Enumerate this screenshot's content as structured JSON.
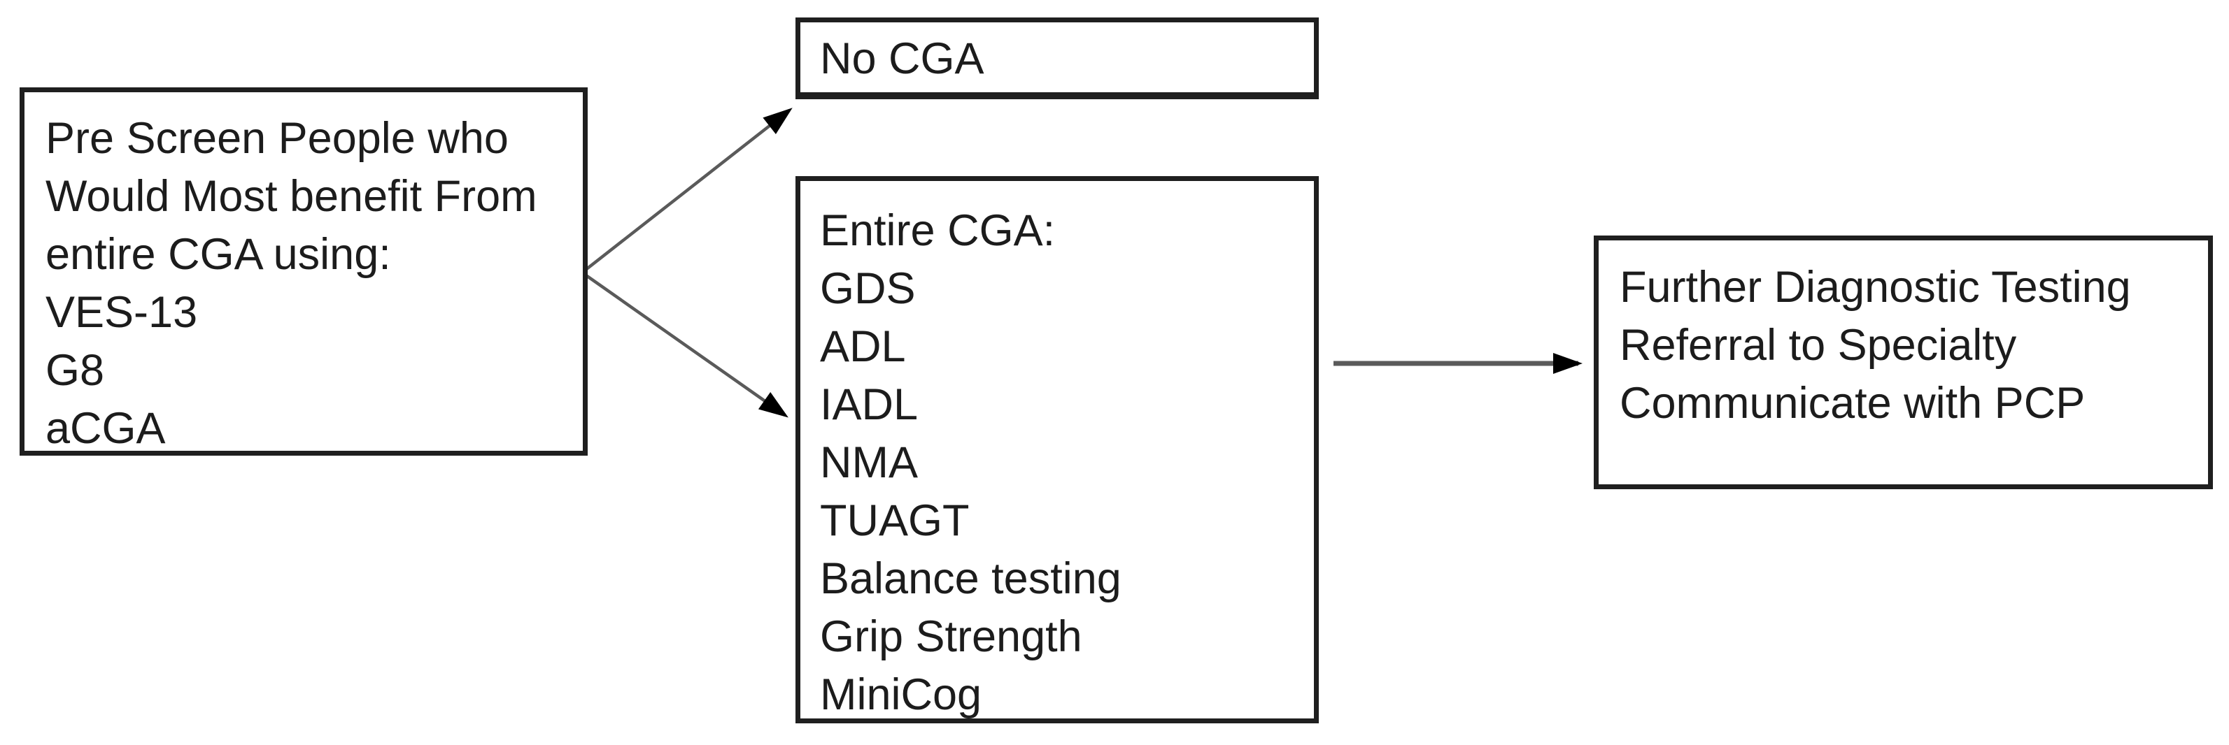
{
  "colors": {
    "background": "#ffffff",
    "box_border": "#1f1f1f",
    "text": "#1c1c1c",
    "arrow_shaft": "#5a5a5a",
    "arrowhead": "#000000"
  },
  "boxes": {
    "prescreen": {
      "lines": [
        "Pre Screen People who",
        "Would Most benefit From",
        "entire CGA using:",
        "VES-13",
        "G8",
        "aCGA"
      ]
    },
    "no_cga": {
      "lines": [
        "No CGA"
      ]
    },
    "entire_cga": {
      "lines": [
        "Entire CGA:",
        "GDS",
        "ADL",
        "IADL",
        "NMA",
        "TUAGT",
        "Balance testing",
        "Grip Strength",
        "MiniCog"
      ]
    },
    "outcome": {
      "lines": [
        "Further Diagnostic Testing",
        "Referral to Specialty",
        "Communicate with PCP"
      ]
    }
  }
}
